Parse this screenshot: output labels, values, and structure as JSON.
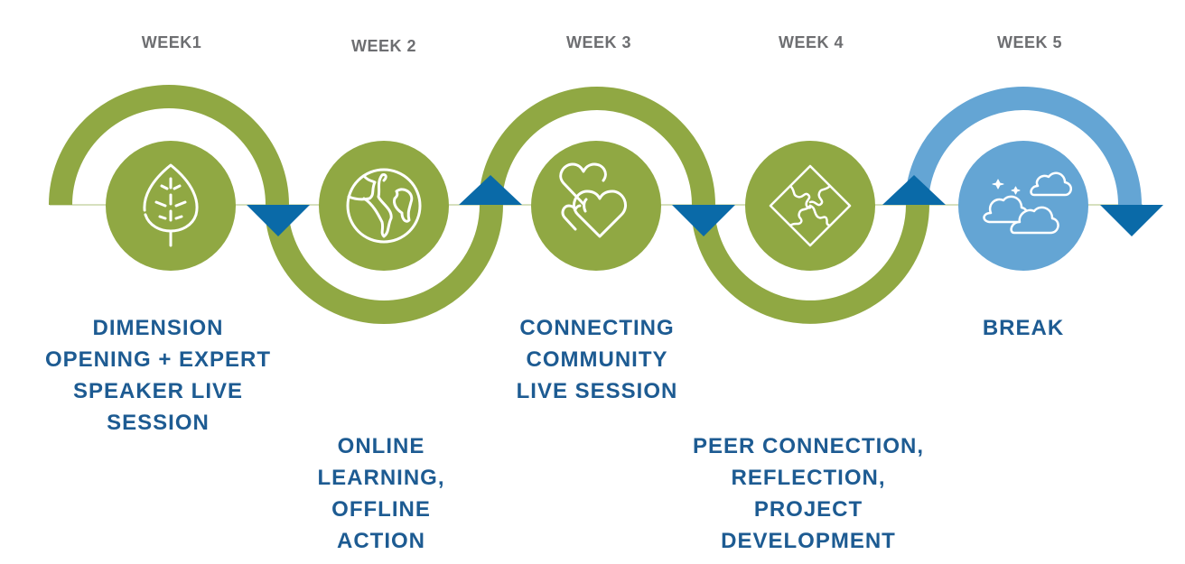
{
  "colors": {
    "green": "#90a843",
    "blue_light": "#64a5d4",
    "arrow_blue": "#0a6aa8",
    "label_gray": "#6d6e71",
    "text_blue": "#1d5b92"
  },
  "weeks": [
    {
      "label": "WEEK1",
      "icon": "leaf-icon",
      "description": [
        "DIMENSION",
        "OPENING + EXPERT",
        "SPEAKER LIVE",
        "SESSION"
      ]
    },
    {
      "label": "WEEK 2",
      "icon": "globe-icon",
      "description": [
        "ONLINE",
        "LEARNING,",
        "OFFLINE",
        "ACTION"
      ]
    },
    {
      "label": "WEEK 3",
      "icon": "hearts-icon",
      "description": [
        "CONNECTING",
        "COMMUNITY",
        "LIVE SESSION"
      ]
    },
    {
      "label": "WEEK 4",
      "icon": "puzzle-icon",
      "description": [
        "PEER CONNECTION,",
        "REFLECTION,",
        "PROJECT",
        "DEVELOPMENT"
      ]
    },
    {
      "label": "WEEK 5",
      "icon": "clouds-icon",
      "description": [
        "BREAK"
      ]
    }
  ]
}
